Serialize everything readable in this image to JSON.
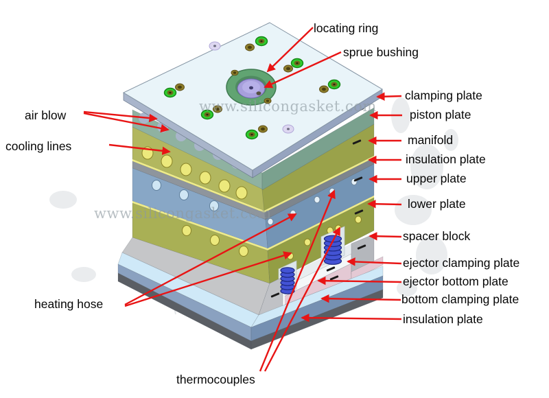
{
  "watermark": {
    "text": "www.silicongasket.com"
  },
  "labels": {
    "locating_ring": "locating ring",
    "sprue_bushing": "sprue bushing",
    "clamping_plate": "clamping plate",
    "piston_plate": "piston plate",
    "manifold": "manifold",
    "insulation_plate_upper": "insulation plate",
    "upper_plate": "upper plate",
    "lower_plate": "lower plate",
    "spacer_block": "spacer block",
    "ejector_clamping_plate": "ejector clamping plate",
    "ejector_bottom_plate": "ejector bottom plate",
    "bottom_clamping_plate": "bottom clamping plate",
    "insulation_plate_lower": "insulation plate",
    "air_blow": "air blow",
    "cooling_lines": "cooling lines",
    "heating_hose": "heating hose",
    "thermocouples": "thermocouples"
  },
  "palette": {
    "bg": "#ffffff",
    "label": "#060606",
    "arrow": "#e81414",
    "plateTop": "#e9f4f9",
    "plateSideL": "#a9b5cb",
    "plateSideR": "#96a4bf",
    "pistonL": "#8fb2a1",
    "pistonR": "#7aa18e",
    "manifoldL": "#b2b75f",
    "manifoldR": "#9aa24a",
    "yellowLine": "#efec88",
    "insulL": "#8e959d",
    "insulR": "#7d858d",
    "upperL": "#88a7c6",
    "upperR": "#7394b5",
    "lowerL": "#a9b055",
    "lowerR": "#939e44",
    "spacerL": "#c5c6c8",
    "spacerFront": "#c0c2c6",
    "spacerR": "#b4b7bc",
    "stripTop": "#cfe9f8",
    "clampFaceL": "#8aa1c0",
    "clampFaceR": "#7590b2",
    "darkPlate": "#5a5e64",
    "recess": "#e8edf0",
    "slot": "#dde6ea",
    "ejWhite": "#f4f7f8",
    "ejPink": "#e4c9d4",
    "springFill": "#4353d4",
    "springEdge": "#1c2780",
    "ringGreen": "#61a472",
    "ringDark": "#3f7a50",
    "ringHole": "#4f8a61",
    "bushing": "#a79fdc",
    "bushingLight": "#b7b0e8",
    "bushingDark": "#413c6e",
    "boltGreen": "#2fcb2f",
    "boltGreenEdge": "#148614",
    "boltOlive": "#8d7d2a",
    "boltOliveEdge": "#60511a",
    "washer": "#ddd7f1",
    "holeYellow": "#ece97c",
    "holeBlue": "#cfe6f4",
    "holeSmall": "#e4f0f8",
    "watermark": "#8d99a0",
    "mapGray": "#e3e6e8",
    "mark": "#1a1a1a"
  }
}
